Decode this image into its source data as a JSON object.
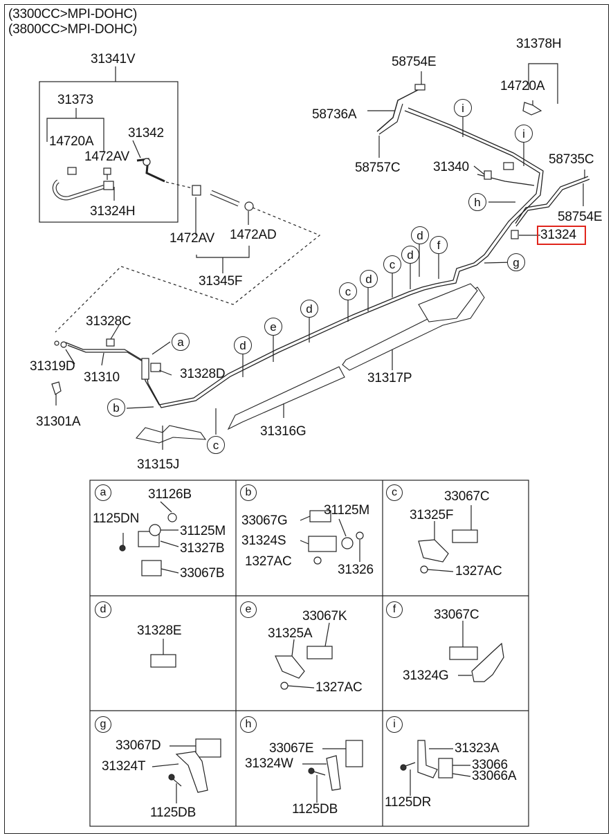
{
  "header": {
    "line1": "(3300CC>MPI-DOHC)",
    "line2": "(3800CC>MPI-DOHC)"
  },
  "main_labels": {
    "l31341V": "31341V",
    "l31373": "31373",
    "l14720A_left": "14720A",
    "l1472AV_top": "1472AV",
    "l31342": "31342",
    "l31324H": "31324H",
    "l1472AV_mid": "1472AV",
    "l1472AD": "1472AD",
    "l31345F": "31345F",
    "l58754E_top": "58754E",
    "l58736A": "58736A",
    "l58757C": "58757C",
    "l31378H": "31378H",
    "l14720A_right": "14720A",
    "l31340": "31340",
    "l58735C": "58735C",
    "l58754E_right": "58754E",
    "l31324": "31324",
    "l31328C": "31328C",
    "l31319D": "31319D",
    "l31310": "31310",
    "l31328D": "31328D",
    "l31301A": "31301A",
    "l31317P": "31317P",
    "l31316G": "31316G",
    "l31315J": "31315J"
  },
  "bubbles": {
    "i1": "i",
    "i2": "i",
    "h": "h",
    "g": "g",
    "f": "f",
    "d1": "d",
    "d2": "d",
    "d3": "d",
    "d4": "d",
    "d5": "d",
    "c1": "c",
    "c2": "c",
    "c3": "c",
    "e": "e",
    "a": "a",
    "b": "b"
  },
  "highlight": {
    "part": "31324",
    "color": "#e0241b"
  },
  "detail_cells": [
    {
      "tag": "a",
      "labels": [
        "31126B",
        "1125DN",
        "31125M",
        "31327B",
        "33067B"
      ]
    },
    {
      "tag": "b",
      "labels": [
        "33067G",
        "31125M",
        "31324S",
        "1327AC",
        "31326"
      ]
    },
    {
      "tag": "c",
      "labels": [
        "33067C",
        "31325F",
        "1327AC"
      ]
    },
    {
      "tag": "d",
      "labels": [
        "31328E"
      ]
    },
    {
      "tag": "e",
      "labels": [
        "33067K",
        "31325A",
        "1327AC"
      ]
    },
    {
      "tag": "f",
      "labels": [
        "33067C",
        "31324G"
      ]
    },
    {
      "tag": "g",
      "labels": [
        "33067D",
        "31324T",
        "1125DB"
      ]
    },
    {
      "tag": "h",
      "labels": [
        "33067E",
        "31324W",
        "1125DB"
      ]
    },
    {
      "tag": "i",
      "labels": [
        "31323A",
        "33066",
        "33066A",
        "1125DR"
      ]
    }
  ],
  "icons": [
    "fuel-line-assembly",
    "hose-clamp",
    "fuel-line-bracket",
    "bolt-icon",
    "nut-icon",
    "grommet-icon",
    "clip-block-icon"
  ]
}
